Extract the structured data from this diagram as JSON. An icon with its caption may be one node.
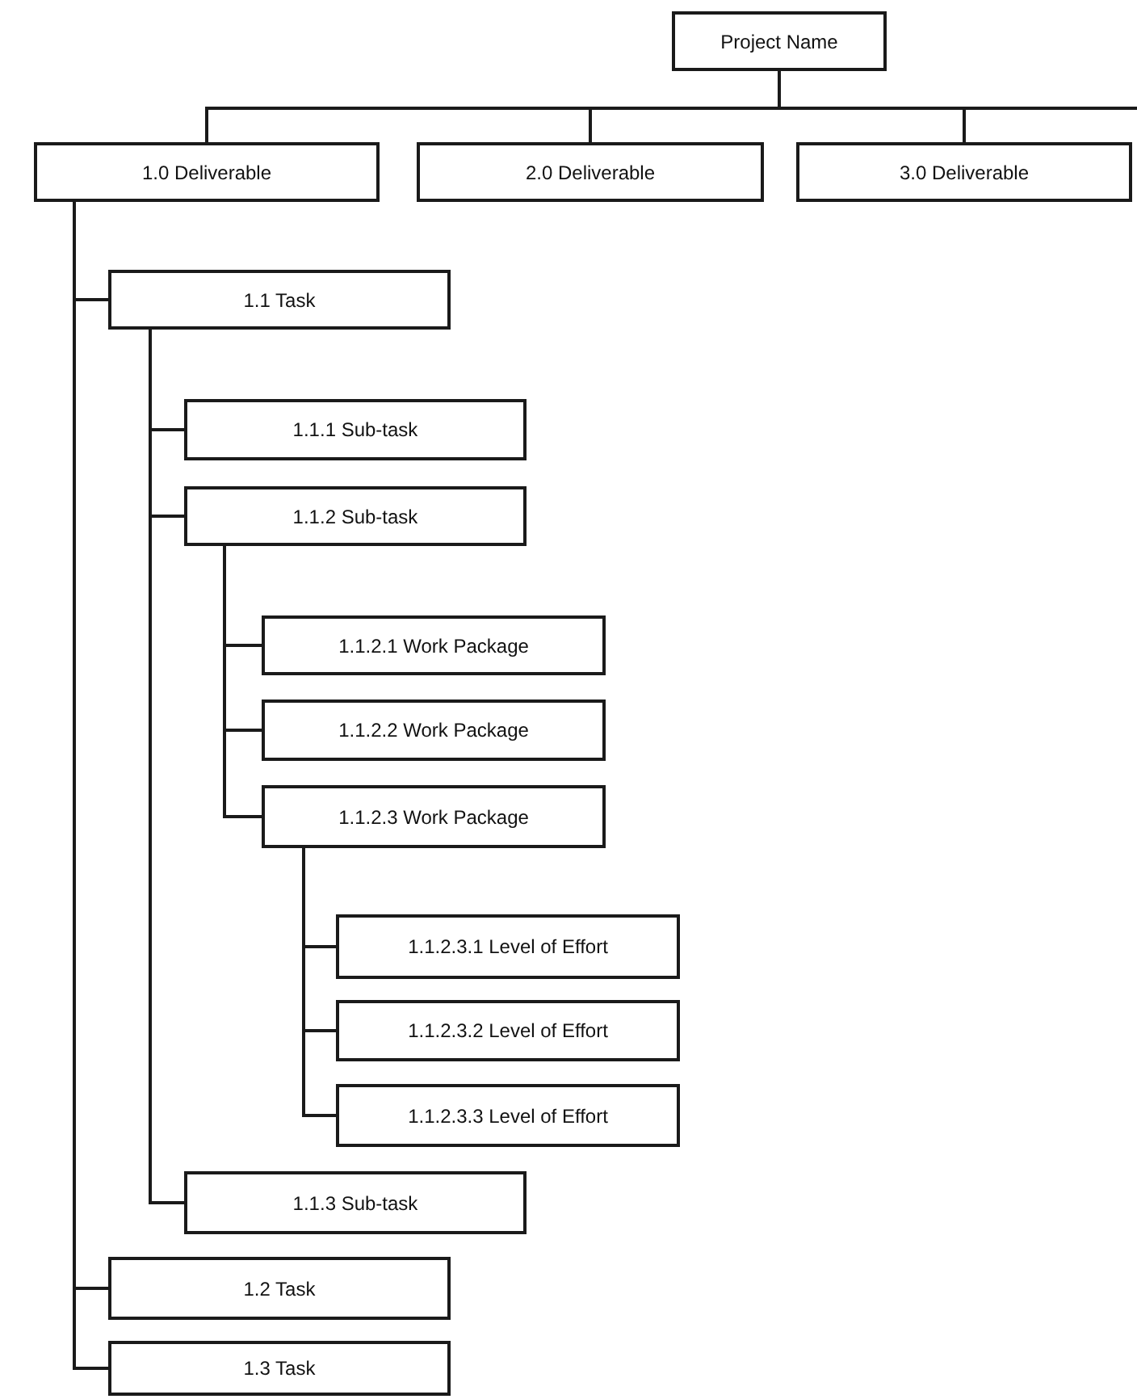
{
  "diagram": {
    "nodes": [
      {
        "text": [
          "Project Name"
        ]
      },
      {
        "text": [
          "1.0 Deliverable"
        ]
      },
      {
        "text": [
          "2.0 Deliverable"
        ]
      },
      {
        "text": [
          "3.0 Deliverable"
        ]
      },
      {
        "text": [
          "1.1 Task"
        ]
      },
      {
        "text": [
          "1.1.1 Sub-task"
        ]
      },
      {
        "text": [
          "1.1.2 Sub-task"
        ]
      },
      {
        "text": [
          "1.1.2.1 Work Package"
        ]
      },
      {
        "text": [
          "1.1.2.2 Work Package"
        ]
      },
      {
        "text": [
          "1.1.2.3 Work Package"
        ]
      },
      {
        "text": [
          "1.1.2.3.1 Level of Effort"
        ]
      },
      {
        "text": [
          "1.1.2.3.2 Level of Effort"
        ]
      },
      {
        "text": [
          "1.1.2.3.3 Level of Effort"
        ]
      },
      {
        "text": [
          "1.1.3 Sub-task"
        ]
      },
      {
        "text": [
          "1.2 Task"
        ]
      },
      {
        "text": [
          "1.3 Task"
        ]
      }
    ],
    "edges": [
      {
        "from": 0,
        "to": 1,
        "arrow": "none"
      },
      {
        "from": 0,
        "to": 2,
        "arrow": "none"
      },
      {
        "from": 0,
        "to": 3,
        "arrow": "none"
      },
      {
        "from": 1,
        "to": 4,
        "arrow": "none"
      },
      {
        "from": 4,
        "to": 5,
        "arrow": "none"
      },
      {
        "from": 4,
        "to": 6,
        "arrow": "none"
      },
      {
        "from": 6,
        "to": 7,
        "arrow": "none"
      },
      {
        "from": 6,
        "to": 8,
        "arrow": "none"
      },
      {
        "from": 6,
        "to": 9,
        "arrow": "none"
      },
      {
        "from": 9,
        "to": 10,
        "arrow": "none"
      },
      {
        "from": 9,
        "to": 11,
        "arrow": "none"
      },
      {
        "from": 9,
        "to": 12,
        "arrow": "none"
      },
      {
        "from": 4,
        "to": 13,
        "arrow": "none"
      },
      {
        "from": 1,
        "to": 14,
        "arrow": "none"
      },
      {
        "from": 1,
        "to": 15,
        "arrow": "none"
      }
    ]
  }
}
